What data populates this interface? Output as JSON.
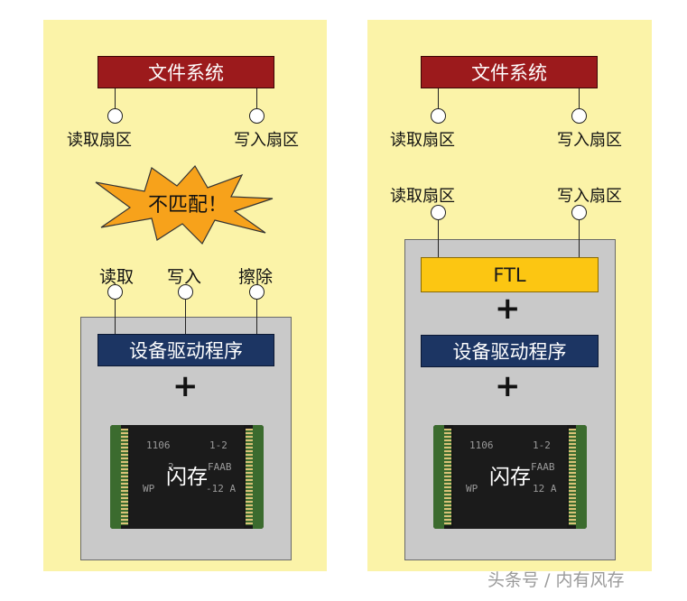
{
  "left": {
    "fs_label": "文件系统",
    "read_sector": "读取扇区",
    "write_sector": "写入扇区",
    "mismatch": "不匹配！",
    "op_read": "读取",
    "op_write": "写入",
    "op_erase": "擦除",
    "driver": "设备驱动程序",
    "plus": "+",
    "flash": "闪存",
    "chip_marks": [
      "1106",
      "1-2",
      "2",
      "FAAB",
      "WP",
      "-12 A"
    ]
  },
  "right": {
    "fs_label": "文件系统",
    "read_sector_top": "读取扇区",
    "write_sector_top": "写入扇区",
    "read_sector": "读取扇区",
    "write_sector": "写入扇区",
    "ftl": "FTL",
    "plus1": "+",
    "driver": "设备驱动程序",
    "plus2": "+",
    "flash": "闪存",
    "chip_marks": [
      "1106",
      "1-2",
      "FAAB",
      "WP",
      "12 A"
    ]
  },
  "watermark": "头条号 / 内有风存",
  "colors": {
    "panel": "#fbf3a8",
    "filesystem": "#9c1a1c",
    "driver": "#1c3563",
    "ftl": "#fcc612",
    "burst": "#f7a21b"
  }
}
